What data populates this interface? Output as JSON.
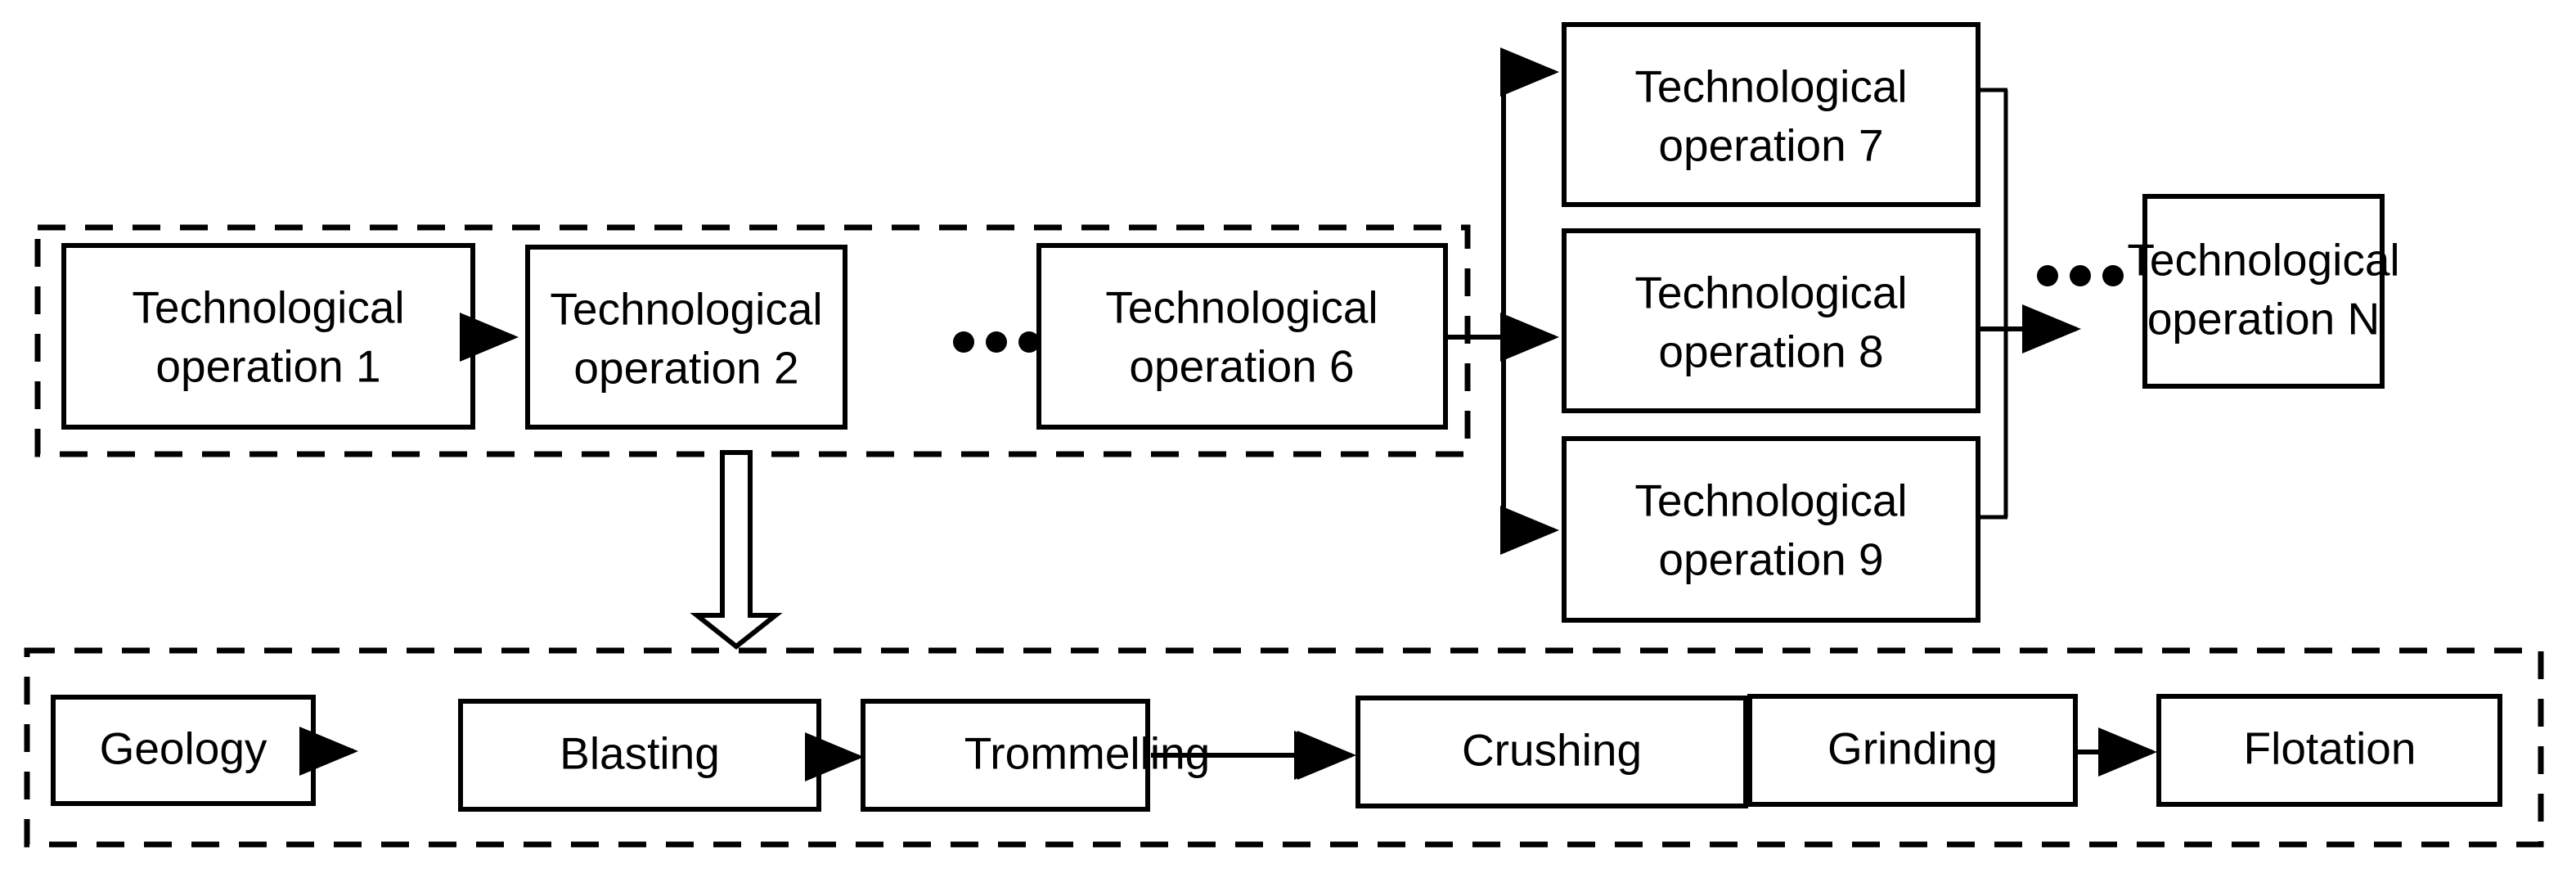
{
  "diagram": {
    "title": "Generic technological process chain with mineral processing instantiation",
    "type": "flow-diagram",
    "background_color": "#ffffff",
    "line_color": "#000000",
    "text_color": "#000000",
    "groups": [
      {
        "id": "generic-chain-group",
        "style": "dashed-rectangle",
        "label": ""
      },
      {
        "id": "mineral-chain-group",
        "style": "dashed-rectangle",
        "label": ""
      }
    ],
    "generic_chain": {
      "sequential_nodes": [
        {
          "id": "op1",
          "line1": "Technological",
          "line2": "operation 1"
        },
        {
          "id": "op2",
          "line1": "Technological",
          "line2": "operation 2"
        },
        {
          "id": "op6",
          "line1": "Technological",
          "line2": "operation 6"
        }
      ],
      "parallel_nodes": [
        {
          "id": "op7",
          "line1": "Technological",
          "line2": "operation 7"
        },
        {
          "id": "op8",
          "line1": "Technological",
          "line2": "operation 8"
        },
        {
          "id": "op9",
          "line1": "Technological",
          "line2": "operation 9"
        }
      ],
      "terminal_node": {
        "id": "opN",
        "line1": "Technological",
        "line2": "operation N"
      },
      "ellipses": [
        {
          "id": "ellipsis-between-op2-op6",
          "text": "..."
        },
        {
          "id": "ellipsis-before-opN",
          "text": "..."
        }
      ]
    },
    "mineral_chain": {
      "nodes": [
        {
          "id": "geology",
          "label": "Geology"
        },
        {
          "id": "blasting",
          "label": "Blasting"
        },
        {
          "id": "trommelling",
          "label": "Trommelling"
        },
        {
          "id": "crushing",
          "label": "Crushing"
        },
        {
          "id": "grinding",
          "label": "Grinding"
        },
        {
          "id": "flotation",
          "label": "Flotation"
        }
      ]
    },
    "instantiation_arrow": {
      "id": "downward-block-arrow",
      "direction": "down",
      "style": "hollow-block"
    }
  }
}
